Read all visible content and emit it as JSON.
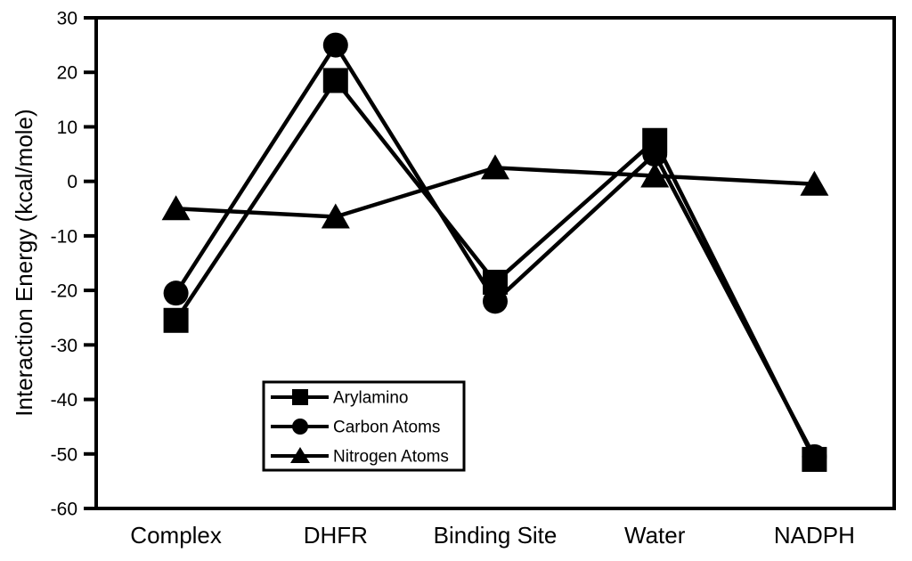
{
  "figure": {
    "background": "#ffffff",
    "foreground": "#000000"
  },
  "chart_data": {
    "type": "line",
    "title": "",
    "xlabel": "",
    "ylabel": "Interaction Energy (kcal/mole)",
    "ylim": [
      -60,
      30
    ],
    "ytick_step": 10,
    "grid": false,
    "legend_position": "inside-bottom-center",
    "categories": [
      "Complex",
      "DHFR",
      "Binding Site",
      "Water",
      "NADPH"
    ],
    "series": [
      {
        "name": "Arylamino",
        "marker": "square",
        "values": [
          -25.5,
          18.5,
          -18.5,
          7.5,
          -51.0
        ]
      },
      {
        "name": "Carbon Atoms",
        "marker": "circle",
        "values": [
          -20.5,
          25.0,
          -22.0,
          5.0,
          -50.5
        ]
      },
      {
        "name": "Nitrogen Atoms",
        "marker": "triangle",
        "values": [
          -5.0,
          -6.5,
          2.5,
          1.0,
          -0.5
        ]
      }
    ],
    "line_color": "#000000",
    "marker_color": "#000000"
  }
}
